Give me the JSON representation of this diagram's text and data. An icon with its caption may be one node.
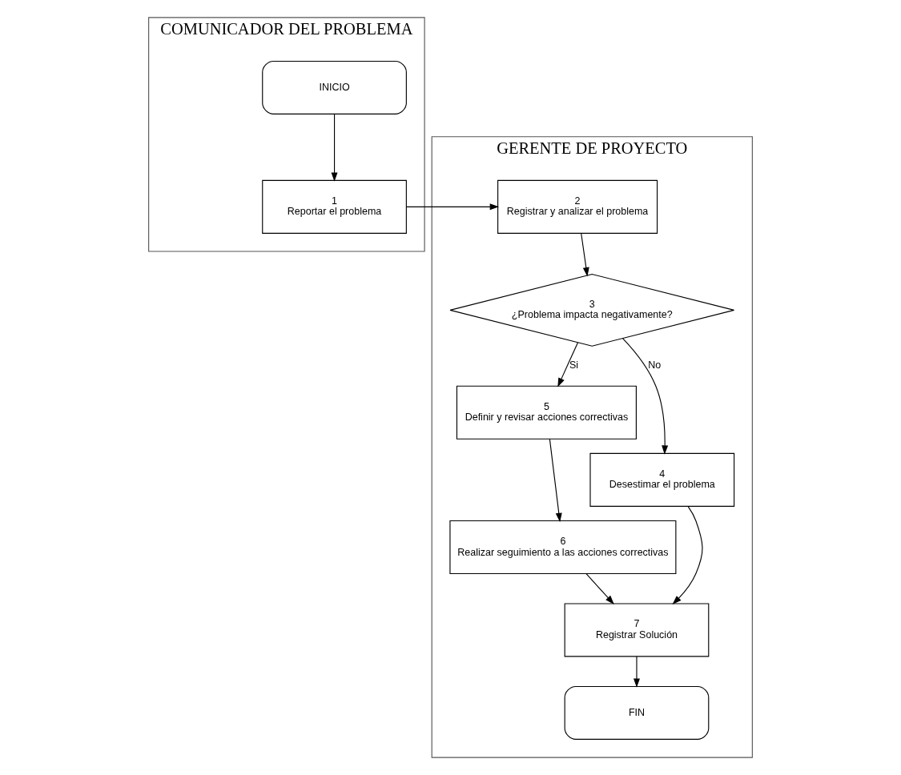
{
  "diagram": {
    "nodes": [
      {
        "text": [
          "COMUNICADOR DEL PROBLEMA"
        ]
      },
      {
        "text": [
          "GERENTE DE PROYECTO"
        ]
      },
      {
        "text": [
          "INICIO"
        ],
        "in": 0
      },
      {
        "text": [
          "1",
          "Reportar el problema"
        ],
        "in": 0
      },
      {
        "text": [
          "2",
          "Registrar y analizar el problema"
        ],
        "in": 1
      },
      {
        "text": [
          "3",
          "¿Problema impacta negativamente?"
        ],
        "in": 1
      },
      {
        "text": [
          "5",
          "Definir y revisar acciones correctivas"
        ],
        "in": 1
      },
      {
        "text": [
          "4",
          "Desestimar el problema"
        ],
        "in": 1
      },
      {
        "text": [
          "6",
          "Realizar seguimiento a las acciones correctivas"
        ],
        "in": 1
      },
      {
        "text": [
          "7",
          "Registrar Solución"
        ],
        "in": 1
      },
      {
        "text": [
          "FIN"
        ],
        "in": 1
      }
    ],
    "edges": [
      {
        "from": 2,
        "to": 3,
        "arrow": "to"
      },
      {
        "from": 3,
        "to": 4,
        "arrow": "to"
      },
      {
        "from": 4,
        "to": 5,
        "arrow": "to"
      },
      {
        "from": 5,
        "to": 6,
        "label": "Si",
        "arrow": "to"
      },
      {
        "from": 5,
        "to": 7,
        "label": "No",
        "arrow": "to"
      },
      {
        "from": 6,
        "to": 8,
        "arrow": "to"
      },
      {
        "from": 8,
        "to": 9,
        "arrow": "to"
      },
      {
        "from": 7,
        "to": 9,
        "arrow": "to"
      },
      {
        "from": 9,
        "to": 10,
        "arrow": "to"
      }
    ]
  }
}
